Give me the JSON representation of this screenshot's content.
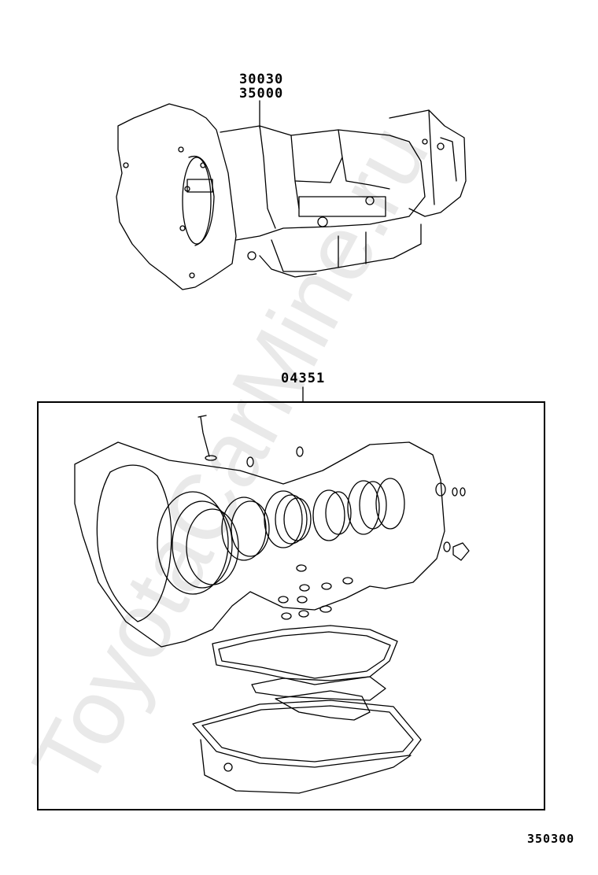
{
  "callouts": {
    "part_1": "30030",
    "part_2": "35000",
    "overhaul_kit": "04351"
  },
  "figure_number": "350300",
  "watermark": "ToyotaCarMine.ru",
  "colors": {
    "line": "#000000",
    "watermark": "#e9e9e9",
    "background": "#ffffff"
  }
}
